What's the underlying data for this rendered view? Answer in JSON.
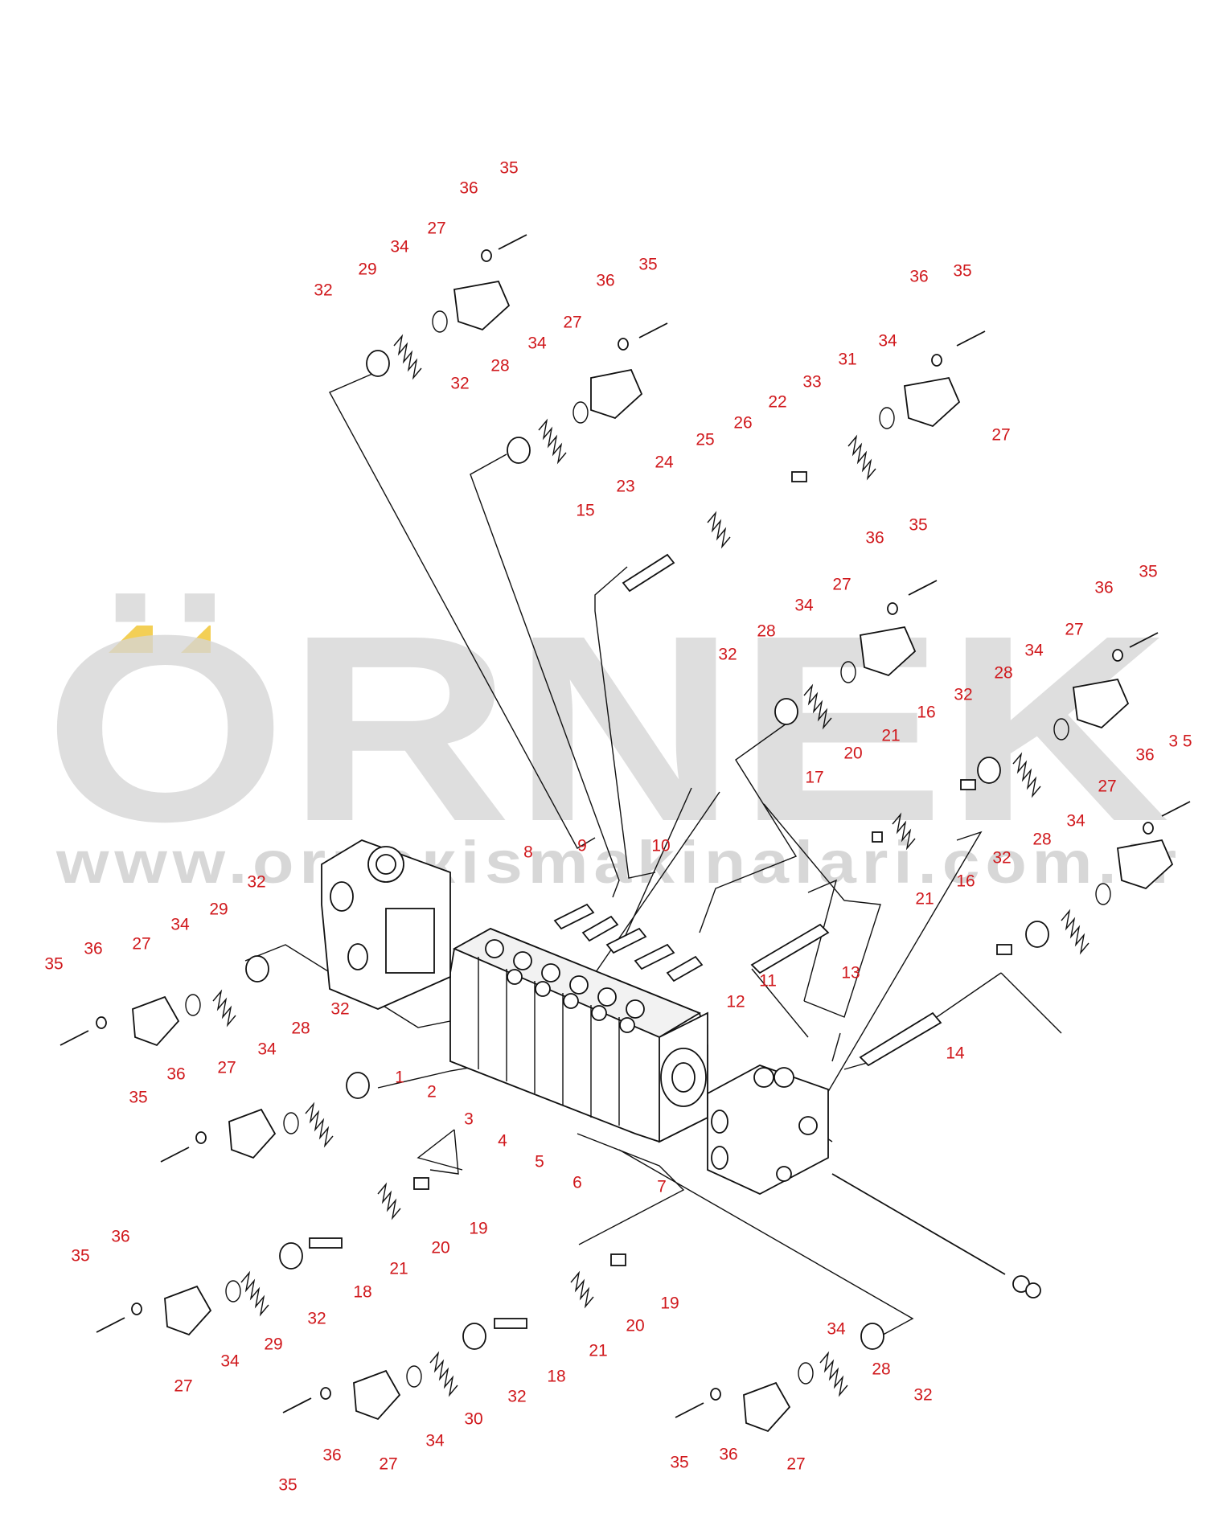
{
  "watermark": {
    "letters": "ÖRNEK",
    "url": "www.orneкismakinalari.com.tr",
    "accent_color": "#f3cf55",
    "text_color": "#d6d6d6"
  },
  "label_color": "#d0181c",
  "part_labels": [
    {
      "id": "35",
      "text": "35"
    },
    {
      "id": "36",
      "text": "36"
    },
    {
      "id": "27",
      "text": "27"
    },
    {
      "id": "34",
      "text": "34"
    },
    {
      "id": "29",
      "text": "29"
    },
    {
      "id": "32",
      "text": "32"
    },
    {
      "id": "35b",
      "text": "35"
    },
    {
      "id": "36b",
      "text": "36"
    },
    {
      "id": "27b",
      "text": "27"
    },
    {
      "id": "34b",
      "text": "34"
    },
    {
      "id": "28",
      "text": "28"
    },
    {
      "id": "32b",
      "text": "32"
    },
    {
      "id": "35c",
      "text": "35"
    },
    {
      "id": "36c",
      "text": "36"
    },
    {
      "id": "34c",
      "text": "34"
    },
    {
      "id": "33",
      "text": "33"
    },
    {
      "id": "31",
      "text": "31"
    },
    {
      "id": "22",
      "text": "22"
    },
    {
      "id": "26",
      "text": "26"
    },
    {
      "id": "25",
      "text": "25"
    },
    {
      "id": "24",
      "text": "24"
    },
    {
      "id": "23",
      "text": "23"
    },
    {
      "id": "15",
      "text": "15"
    },
    {
      "id": "27c",
      "text": "27"
    },
    {
      "id": "35d",
      "text": "35"
    },
    {
      "id": "36d",
      "text": "36"
    },
    {
      "id": "27d",
      "text": "27"
    },
    {
      "id": "34d",
      "text": "34"
    },
    {
      "id": "28b",
      "text": "28"
    },
    {
      "id": "32c",
      "text": "32"
    },
    {
      "id": "35e",
      "text": "35"
    },
    {
      "id": "36e",
      "text": "36"
    },
    {
      "id": "27e",
      "text": "27"
    },
    {
      "id": "34e",
      "text": "34"
    },
    {
      "id": "28c",
      "text": "28"
    },
    {
      "id": "32d",
      "text": "32"
    },
    {
      "id": "16",
      "text": "16"
    },
    {
      "id": "21",
      "text": "21"
    },
    {
      "id": "20",
      "text": "20"
    },
    {
      "id": "17",
      "text": "17"
    },
    {
      "id": "35f",
      "text": "3 5"
    },
    {
      "id": "36f",
      "text": "36"
    },
    {
      "id": "27f",
      "text": "27"
    },
    {
      "id": "34f",
      "text": "34"
    },
    {
      "id": "28d",
      "text": "28"
    },
    {
      "id": "32e",
      "text": "32"
    },
    {
      "id": "16b",
      "text": "16"
    },
    {
      "id": "21b",
      "text": "21"
    },
    {
      "id": "8",
      "text": "8"
    },
    {
      "id": "9",
      "text": "9"
    },
    {
      "id": "10",
      "text": "10"
    },
    {
      "id": "11",
      "text": "11"
    },
    {
      "id": "13",
      "text": "13"
    },
    {
      "id": "12",
      "text": "12"
    },
    {
      "id": "14",
      "text": "14"
    },
    {
      "id": "1",
      "text": "1"
    },
    {
      "id": "2",
      "text": "2"
    },
    {
      "id": "3",
      "text": "3"
    },
    {
      "id": "4",
      "text": "4"
    },
    {
      "id": "5",
      "text": "5"
    },
    {
      "id": "6",
      "text": "6"
    },
    {
      "id": "7",
      "text": "7"
    },
    {
      "id": "35g",
      "text": "35"
    },
    {
      "id": "36g",
      "text": "36"
    },
    {
      "id": "27g",
      "text": "27"
    },
    {
      "id": "34g",
      "text": "34"
    },
    {
      "id": "29b",
      "text": "29"
    },
    {
      "id": "32f",
      "text": "32"
    },
    {
      "id": "35h",
      "text": "35"
    },
    {
      "id": "36h",
      "text": "36"
    },
    {
      "id": "27h",
      "text": "27"
    },
    {
      "id": "34h",
      "text": "34"
    },
    {
      "id": "28e",
      "text": "28"
    },
    {
      "id": "32g",
      "text": "32"
    },
    {
      "id": "19",
      "text": "19"
    },
    {
      "id": "20b",
      "text": "20"
    },
    {
      "id": "21c",
      "text": "21"
    },
    {
      "id": "18",
      "text": "18"
    },
    {
      "id": "32h",
      "text": "32"
    },
    {
      "id": "29c",
      "text": "29"
    },
    {
      "id": "34i",
      "text": "34"
    },
    {
      "id": "27i",
      "text": "27"
    },
    {
      "id": "36i",
      "text": "36"
    },
    {
      "id": "35i",
      "text": "35"
    },
    {
      "id": "19b",
      "text": "19"
    },
    {
      "id": "20c",
      "text": "20"
    },
    {
      "id": "21d",
      "text": "21"
    },
    {
      "id": "18b",
      "text": "18"
    },
    {
      "id": "32i",
      "text": "32"
    },
    {
      "id": "30",
      "text": "30"
    },
    {
      "id": "34j",
      "text": "34"
    },
    {
      "id": "27j",
      "text": "27"
    },
    {
      "id": "36j",
      "text": "36"
    },
    {
      "id": "35j",
      "text": "35"
    },
    {
      "id": "32j",
      "text": "32"
    },
    {
      "id": "28f",
      "text": "28"
    },
    {
      "id": "34k",
      "text": "34"
    },
    {
      "id": "27k",
      "text": "27"
    },
    {
      "id": "36k",
      "text": "36"
    },
    {
      "id": "35k",
      "text": "35"
    }
  ]
}
